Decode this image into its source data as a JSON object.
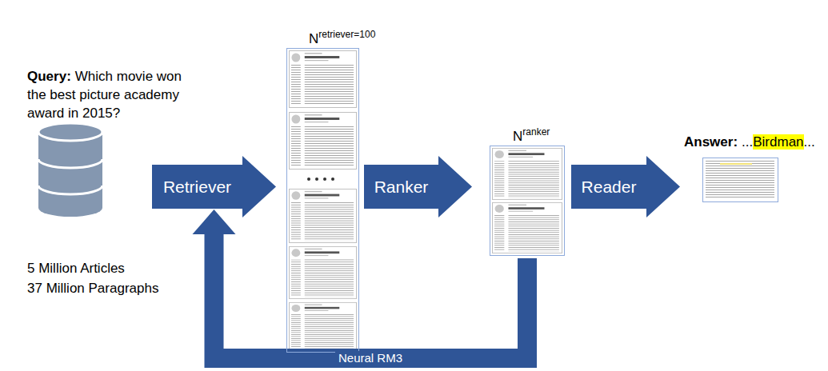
{
  "diagram": {
    "nodes": [
      {
        "text": [
          "Retriever"
        ]
      },
      {
        "text": [
          "N",
          "retriever=100"
        ]
      },
      {
        "text": [
          "Ranker"
        ]
      },
      {
        "text": [
          "N",
          "ranker"
        ]
      },
      {
        "text": [
          "Reader"
        ]
      }
    ],
    "edges": [
      {
        "from": 3,
        "to": 0,
        "label": "Neural RM3",
        "arrow": "to"
      }
    ],
    "labels": [
      "Query:",
      "Which movie won the best picture academy award in 2015?",
      "5 Million Articles",
      "37 Million Paragraphs",
      "Answer:",
      "...",
      "Birdman",
      "..."
    ]
  }
}
